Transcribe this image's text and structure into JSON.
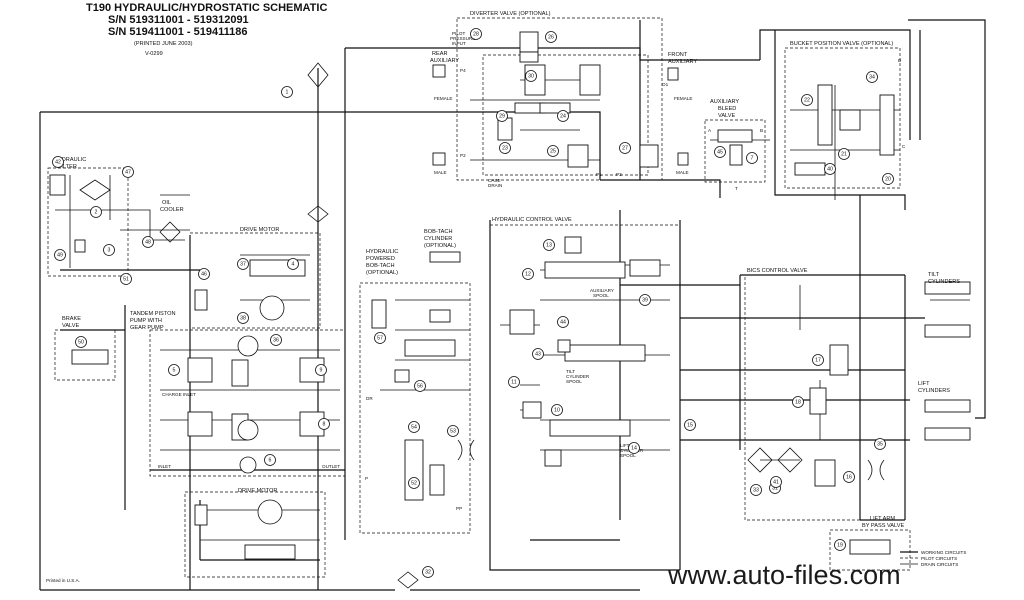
{
  "header": {
    "title": "T190 HYDRAULIC/HYDROSTATIC SCHEMATIC",
    "sn1": "S/N 519311001 - 519312091",
    "sn2": "S/N 519411001 - 519411186",
    "printed": "(PRINTED JUNE 2003)",
    "version": "V-0299"
  },
  "labels": {
    "diverter_valve": "DIVERTER VALVE (OPTIONAL)",
    "pilot_pressure_1": "PILOT",
    "pilot_pressure_2": "PRESSURE",
    "pilot_pressure_3": "INPUT",
    "rear_aux_1": "REAR",
    "rear_aux_2": "AUXILIARY",
    "female_left": "FEMALE",
    "male_left": "MALE",
    "front_aux_1": "FRONT",
    "front_aux_2": "AUXILIARY",
    "female_right": "FEMALE",
    "male_right": "MALE",
    "case_drain_1": "CASE",
    "case_drain_2": "DRAIN",
    "aux_bleed_1": "AUXILIARY",
    "aux_bleed_2": "BLEED",
    "aux_bleed_3": "VALVE",
    "bucket_position_valve": "BUCKET POSITION VALVE (OPTIONAL)",
    "hydraulic_filter_1": "HYDRAULIC",
    "hydraulic_filter_2": "FILTER",
    "oil_cooler_1": "OIL",
    "oil_cooler_2": "COOLER",
    "drive_motor_top": "DRIVE MOTOR",
    "drive_motor_bottom": "DRIVE MOTOR",
    "bobtach_cyl_1": "BOB-TACH",
    "bobtach_cyl_2": "CYLINDER",
    "bobtach_cyl_3": "(OPTIONAL)",
    "hyd_bobtach_1": "HYDRAULIC",
    "hyd_bobtach_2": "POWERED",
    "hyd_bobtach_3": "BOB-TACH",
    "hyd_bobtach_4": "(OPTIONAL)",
    "hydraulic_control_valve": "HYDRAULIC CONTROL VALVE",
    "auxiliary_spool_1": "AUXILIARY",
    "auxiliary_spool_2": "SPOOL",
    "tilt_spool_1": "TILT",
    "tilt_spool_2": "CYLINDER",
    "tilt_spool_3": "SPOOL",
    "lift_spool_1": "LIFT",
    "lift_spool_2": "CYLINDER",
    "lift_spool_3": "SPOOL",
    "bics_control_valve": "BICS CONTROL VALVE",
    "tilt_cylinders_1": "TILT",
    "tilt_cylinders_2": "CYLINDERS",
    "lift_cylinders_1": "LIFT",
    "lift_cylinders_2": "CYLINDERS",
    "brake_valve_1": "BRAKE",
    "brake_valve_2": "VALVE",
    "tandem_1": "TANDEM PISTON",
    "tandem_2": "PUMP WITH",
    "tandem_3": "GEAR PUMP",
    "charge_inlet": "CHARGE INLET",
    "inlet": "INLET",
    "outlet": "OUTLET",
    "lift_arm_bypass_1": "LIFT ARM",
    "lift_arm_bypass_2": "BY PASS VALVE",
    "legend_working": "WORKING CIRCUITS",
    "legend_pilot": "PILOT CIRCUITS",
    "legend_drain": "DRAIN CIRCUITS",
    "printed_usa": "Printed in U.S.A.",
    "port_p1": "P1",
    "port_p2": "P2",
    "port_p3": "P3",
    "port_p4": "P4",
    "port_o1": "O1",
    "port_a": "A",
    "port_b": "B",
    "port_c": "C",
    "port_d": "D",
    "port_dr": "DR",
    "port_pp": "PP",
    "port_t": "T",
    "port_p": "P"
  },
  "watermark": "www.auto-files.com",
  "callouts": [
    {
      "n": "1",
      "name": "callout-1"
    },
    {
      "n": "2",
      "name": "callout-2"
    },
    {
      "n": "3",
      "name": "callout-3"
    },
    {
      "n": "4",
      "name": "callout-4"
    },
    {
      "n": "5",
      "name": "callout-5"
    },
    {
      "n": "6",
      "name": "callout-6"
    },
    {
      "n": "7",
      "name": "callout-7"
    },
    {
      "n": "8",
      "name": "callout-8"
    },
    {
      "n": "9",
      "name": "callout-9"
    },
    {
      "n": "10",
      "name": "callout-10"
    },
    {
      "n": "11",
      "name": "callout-11"
    },
    {
      "n": "12",
      "name": "callout-12"
    },
    {
      "n": "13",
      "name": "callout-13"
    },
    {
      "n": "14",
      "name": "callout-14"
    },
    {
      "n": "15",
      "name": "callout-15"
    },
    {
      "n": "16",
      "name": "callout-16"
    },
    {
      "n": "17",
      "name": "callout-17"
    },
    {
      "n": "18",
      "name": "callout-18"
    },
    {
      "n": "19",
      "name": "callout-19"
    },
    {
      "n": "20",
      "name": "callout-20"
    },
    {
      "n": "21",
      "name": "callout-21"
    },
    {
      "n": "22",
      "name": "callout-22"
    },
    {
      "n": "23",
      "name": "callout-23"
    },
    {
      "n": "24",
      "name": "callout-24"
    },
    {
      "n": "25",
      "name": "callout-25"
    },
    {
      "n": "26",
      "name": "callout-26"
    },
    {
      "n": "27",
      "name": "callout-27"
    },
    {
      "n": "28",
      "name": "callout-28"
    },
    {
      "n": "29",
      "name": "callout-29"
    },
    {
      "n": "30",
      "name": "callout-30"
    },
    {
      "n": "31",
      "name": "callout-31"
    },
    {
      "n": "32",
      "name": "callout-32"
    },
    {
      "n": "33",
      "name": "callout-33"
    },
    {
      "n": "34",
      "name": "callout-34"
    },
    {
      "n": "35",
      "name": "callout-35"
    },
    {
      "n": "36",
      "name": "callout-36"
    },
    {
      "n": "37",
      "name": "callout-37"
    },
    {
      "n": "38",
      "name": "callout-38"
    },
    {
      "n": "39",
      "name": "callout-39"
    },
    {
      "n": "40",
      "name": "callout-40"
    },
    {
      "n": "41",
      "name": "callout-41"
    },
    {
      "n": "42",
      "name": "callout-42"
    },
    {
      "n": "43",
      "name": "callout-43"
    },
    {
      "n": "44",
      "name": "callout-44"
    },
    {
      "n": "45",
      "name": "callout-45"
    },
    {
      "n": "46",
      "name": "callout-46"
    },
    {
      "n": "47",
      "name": "callout-47"
    },
    {
      "n": "48",
      "name": "callout-48"
    },
    {
      "n": "49",
      "name": "callout-49"
    },
    {
      "n": "50",
      "name": "callout-50"
    },
    {
      "n": "51",
      "name": "callout-51"
    },
    {
      "n": "52",
      "name": "callout-52"
    },
    {
      "n": "53",
      "name": "callout-53"
    },
    {
      "n": "54",
      "name": "callout-54"
    },
    {
      "n": "56",
      "name": "callout-56"
    },
    {
      "n": "57",
      "name": "callout-57"
    }
  ]
}
